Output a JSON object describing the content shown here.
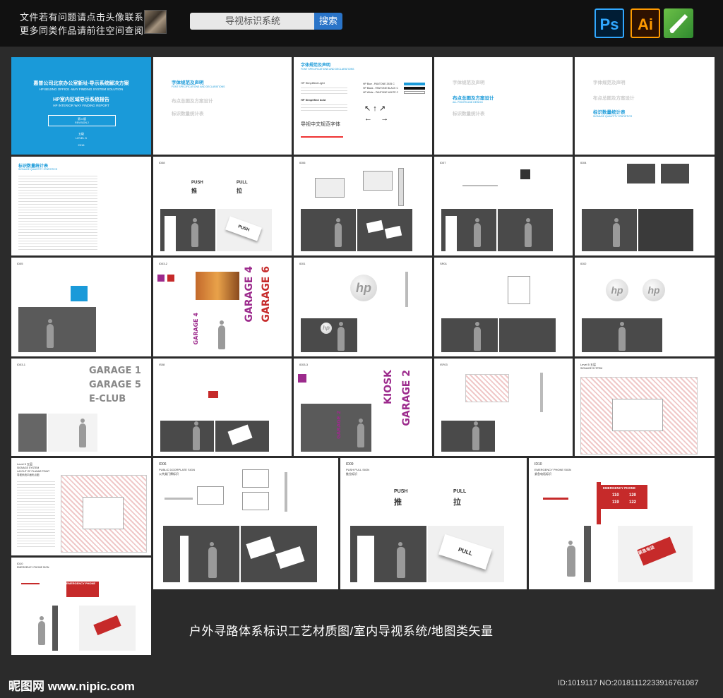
{
  "header": {
    "notice_line1": "文件若有问题请点击头像联系",
    "notice_line2": "更多同类作品请前往空间查阅",
    "search_value": "导视标识系统",
    "search_button": "搜索",
    "apps": [
      "Ps",
      "Ai",
      "CorelDRAW"
    ]
  },
  "cover": {
    "title_cn": "惠普公司北京办公室新址-导示系统解决方案",
    "title_en": "HP BEIJING OFFICE -WAY FINDING SYSTEM SOLUTION",
    "subtitle_cn": "HP室内区域导示系统报告",
    "subtitle_en": "HP INTERIOR WAY FINDING REPORT",
    "revision": "第二版",
    "revision_en": "REVISION 2",
    "level": "五级",
    "level_en": "LEVEL 5",
    "year": "2016"
  },
  "toc": {
    "item1": "字体规范及声明",
    "item1_en": "FONT SPECIFICATIONS AND DECLARATIONS",
    "item2": "布点总图及方案设计",
    "item2_en": "ALL POINTS AND DESIGN",
    "item3": "标识数量统计表",
    "item3_en": "SIGNAGE QUANTITY STATISTICS"
  },
  "font_page": {
    "title": "字体规范及声明",
    "subtitle": "FONT SPECIFICATIONS AND DECLARATIONS",
    "font1": "HP Simplified Light",
    "font2": "HP Simplified bold",
    "cn_font": "导视中文规范字体",
    "colors": [
      "HP Blue - PANTONE 2925 C",
      "HP Black - PANTONE BLACK C",
      "HP White - PANTONE WHITE C"
    ],
    "blue": "#1a9ad9",
    "purple": "#9c2a8c",
    "red": "#c62a2a"
  },
  "stats_page": {
    "title": "标识数量统计表",
    "subtitle": "SIGNAGE QUANTITY STATISTICS"
  },
  "signs": {
    "push_cn": "推",
    "pull_cn": "拉",
    "push": "PUSH",
    "pull": "PULL",
    "garage4": "GARAGE 4",
    "garage6": "GARAGE 6",
    "garage1": "GARAGE 1",
    "garage5": "GARAGE 5",
    "eclub": "E-CLUB",
    "garage2": "GARAGE 2",
    "kiosk": "KIOSK",
    "hp": "hp",
    "emergency_cn": "紧急电话",
    "emergency": "EMERGENCY PHONE",
    "phones": [
      "110",
      "120",
      "119",
      "122"
    ]
  },
  "page_codes": {
    "p1": "ID08",
    "p2": "ID06",
    "p3": "ID07",
    "p4": "ID04",
    "p5": "ID05",
    "p6": "ID03-2",
    "p7": "ID01",
    "p8": "SR01",
    "p9": "ID02",
    "p10": "ID03-1",
    "p11": "IS08",
    "p12": "ID03-3",
    "p13": "ISF03",
    "p14": "Level 5 五层",
    "p15": "Level 5 五层",
    "p16": "ID06",
    "p17": "ID09",
    "p18": "ID10",
    "p19": "ID10"
  },
  "page_names": {
    "push_pull": "PUSH PULL SIGN",
    "public_door": "PUBLIC DOORPLATE SIGN",
    "public_door_cn": "公共类门牌标识",
    "push_pull_cn": "推拉标识",
    "emergency_sign": "EMERGENCY PHONE SIGN",
    "emergency_sign_cn": "紧急电话标识",
    "signage_system": "SIGNAGE SYSTEM",
    "layout": "LAYOUT OF PLANAR POINT",
    "layout_cn": "导视系统平面布点图"
  },
  "footer": {
    "caption": "户外寻路体系标识工艺材质图/室内导视系统/地图类矢量",
    "logo": "昵图网 www.nipic.com",
    "id": "ID:1019117 NO:20181112233916761087"
  }
}
